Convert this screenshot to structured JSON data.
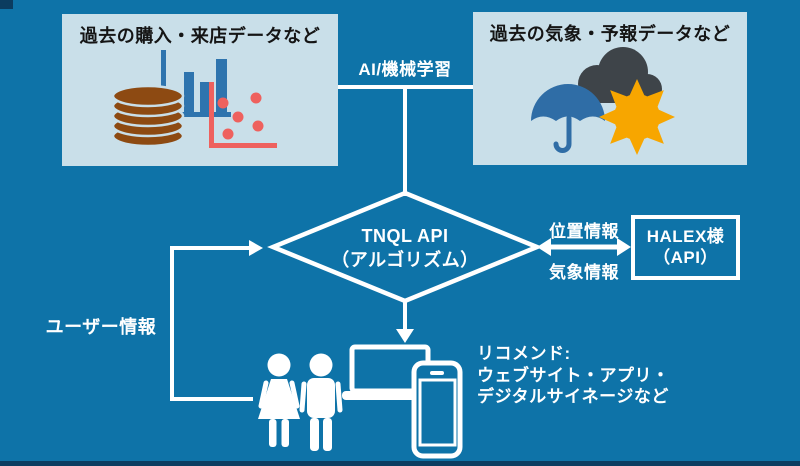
{
  "colors": {
    "background": "#0e73a8",
    "box_fill": "#c9dfe9",
    "dark_edge": "#0b3c60",
    "white": "#ffffff",
    "title_text": "#151515",
    "chart_blue": "#2e74ae",
    "scatter_red": "#ee615e",
    "database_brown": "#8d4a12",
    "cloud_gray": "#3e4449",
    "umbrella_blue": "#2f6da6",
    "sun_orange": "#f7a600"
  },
  "sources": {
    "purchase_box": {
      "title": "過去の購入・来店データなど",
      "icons": [
        "database-icon",
        "bar-chart-icon",
        "scatter-plot-icon"
      ]
    },
    "weather_box": {
      "title": "過去の気象・予報データなど",
      "icons": [
        "cloud-icon",
        "umbrella-icon",
        "sun-icon"
      ]
    }
  },
  "process": {
    "ai_label": "AI/機械学習",
    "diamond": {
      "line1": "TNQL API",
      "line2": "（アルゴリズム）"
    }
  },
  "exchange": {
    "location_label": "位置情報",
    "weather_label": "気象情報",
    "halex_box": {
      "line1": "HALEX様",
      "line2": "（API）"
    }
  },
  "feedback": {
    "user_info_label": "ユーザー情報"
  },
  "output": {
    "icons": [
      "woman-icon",
      "man-icon",
      "laptop-icon",
      "smartphone-icon"
    ],
    "caption_lines": [
      "リコメンド:",
      "ウェブサイト・アプリ・",
      "デジタルサイネージなど"
    ]
  }
}
